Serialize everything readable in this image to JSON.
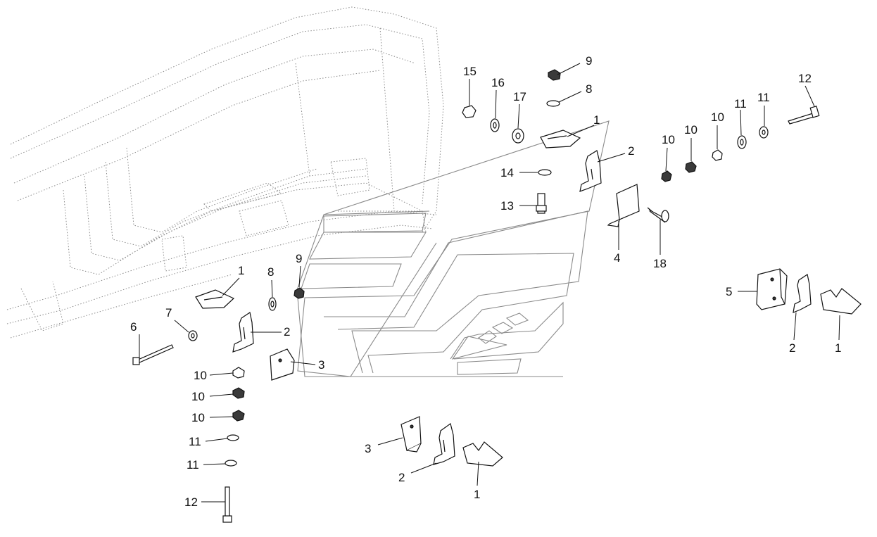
{
  "callouts": [
    {
      "id": "c15",
      "text": "15"
    },
    {
      "id": "c16",
      "text": "16"
    },
    {
      "id": "c17",
      "text": "17"
    },
    {
      "id": "c9a",
      "text": "9"
    },
    {
      "id": "c8a",
      "text": "8"
    },
    {
      "id": "c1a",
      "text": "1"
    },
    {
      "id": "c2a",
      "text": "2"
    },
    {
      "id": "c14",
      "text": "14"
    },
    {
      "id": "c13",
      "text": "13"
    },
    {
      "id": "c4",
      "text": "4"
    },
    {
      "id": "c18",
      "text": "18"
    },
    {
      "id": "c12a",
      "text": "12"
    },
    {
      "id": "c10a",
      "text": "10"
    },
    {
      "id": "c10b",
      "text": "10"
    },
    {
      "id": "c10c",
      "text": "10"
    },
    {
      "id": "c11a",
      "text": "11"
    },
    {
      "id": "c11b",
      "text": "11"
    },
    {
      "id": "c5",
      "text": "5"
    },
    {
      "id": "c2b",
      "text": "2"
    },
    {
      "id": "c1b",
      "text": "1"
    },
    {
      "id": "c1c",
      "text": "1"
    },
    {
      "id": "c8b",
      "text": "8"
    },
    {
      "id": "c9b",
      "text": "9"
    },
    {
      "id": "c7",
      "text": "7"
    },
    {
      "id": "c6",
      "text": "6"
    },
    {
      "id": "c2c",
      "text": "2"
    },
    {
      "id": "c3a",
      "text": "3"
    },
    {
      "id": "c10d",
      "text": "10"
    },
    {
      "id": "c10e",
      "text": "10"
    },
    {
      "id": "c10f",
      "text": "10"
    },
    {
      "id": "c11c",
      "text": "11"
    },
    {
      "id": "c11d",
      "text": "11"
    },
    {
      "id": "c12b",
      "text": "12"
    },
    {
      "id": "c3b",
      "text": "3"
    },
    {
      "id": "c2d",
      "text": "2"
    },
    {
      "id": "c1d",
      "text": "1"
    }
  ]
}
